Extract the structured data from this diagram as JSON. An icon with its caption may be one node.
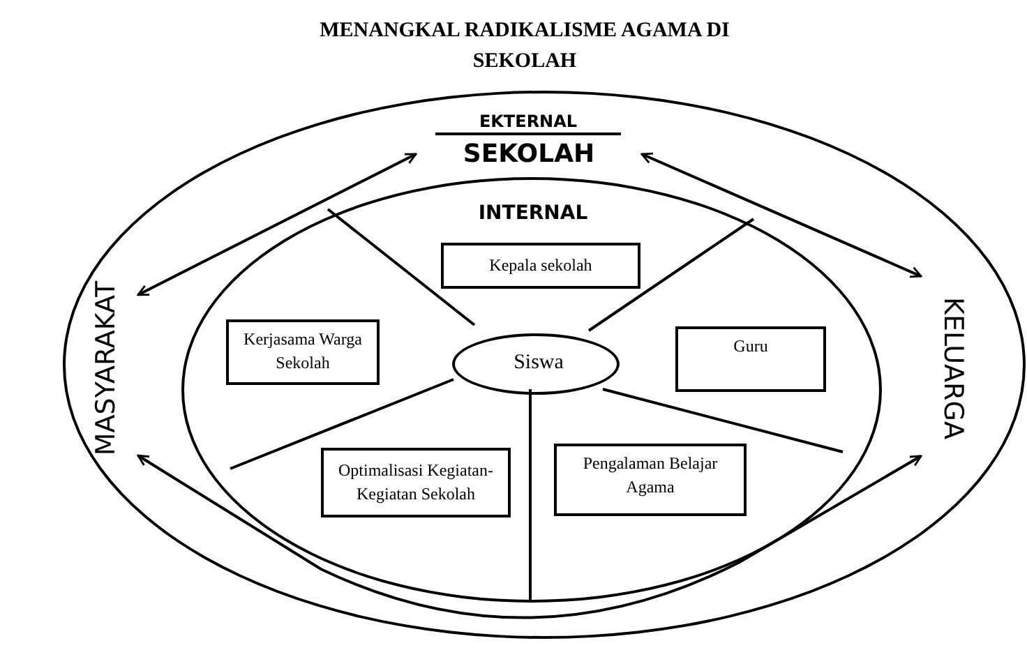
{
  "diagram": {
    "title": "MENANGKAL RADIKALISME AGAMA DI SEKOLAH",
    "nodes": [
      {
        "text": [
          "EKTERNAL"
        ]
      },
      {
        "text": [
          "MASYARAKAT"
        ],
        "in": 0
      },
      {
        "text": [
          "KELUARGA"
        ],
        "in": 0
      },
      {
        "text": [
          "SEKOLAH",
          "INTERNAL"
        ],
        "in": 0
      },
      {
        "text": [
          "Kepala sekolah"
        ],
        "in": 3
      },
      {
        "text": [
          "Kerjasama Warga Sekolah"
        ],
        "in": 3
      },
      {
        "text": [
          "Siswa"
        ],
        "in": 3
      },
      {
        "text": [
          "Guru"
        ],
        "in": 3
      },
      {
        "text": [
          "Optimalisasi Kegiatan-Kegiatan Sekolah"
        ],
        "in": 3
      },
      {
        "text": [
          "Pengalaman Belajar Agama"
        ],
        "in": 3
      }
    ],
    "edges": [
      {
        "from": 1,
        "to": 3,
        "arrow": "both"
      },
      {
        "from": 3,
        "to": 2,
        "arrow": "both"
      },
      {
        "from": 1,
        "to": 2,
        "arrow": "both"
      }
    ]
  }
}
